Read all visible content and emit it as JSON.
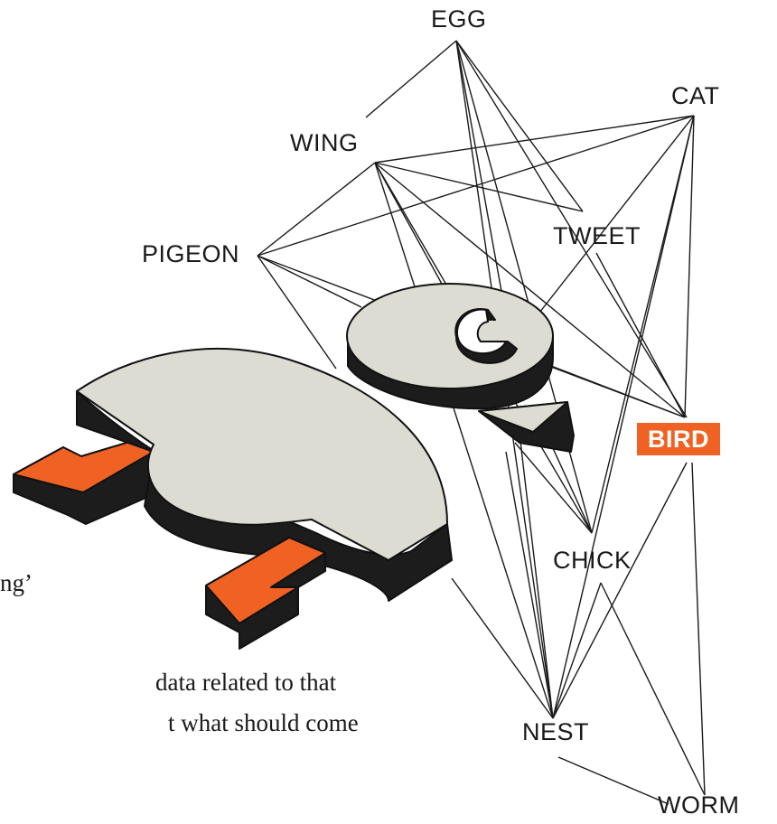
{
  "words": {
    "egg": "EGG",
    "cat": "CAT",
    "wing": "WING",
    "tweet": "TWEET",
    "pigeon": "PIGEON",
    "bird": "BIRD",
    "chick": "CHICK",
    "nest": "NEST",
    "worm": "WORM"
  },
  "text_fragments": {
    "line1": "ng’",
    "line2": "data related to that",
    "line3": "t what should come"
  },
  "colors": {
    "accent": "#f06223",
    "bird_body": "#dcdcd2",
    "bird_side": "#1c1c1c",
    "lines": "#1a1a1a"
  }
}
